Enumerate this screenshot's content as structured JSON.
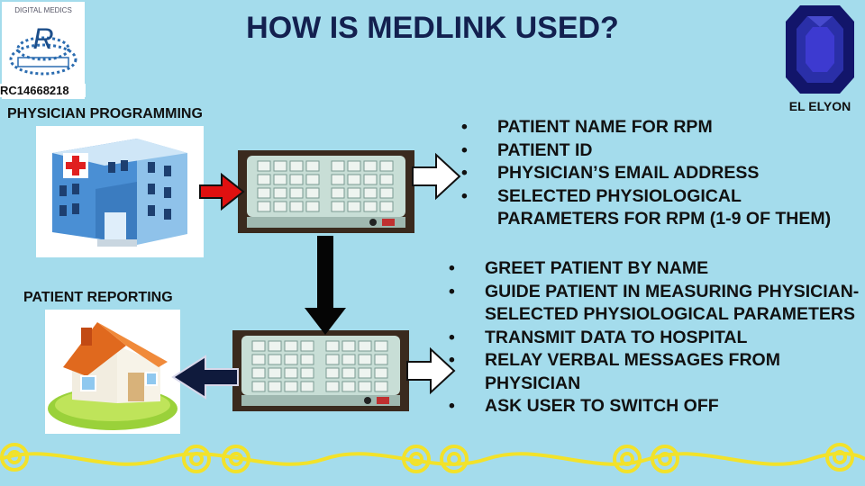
{
  "title": "HOW IS MEDLINK USED?",
  "logo": {
    "top_text": "DIGITAL MEDICS",
    "reg_number": "RC14668218"
  },
  "brand": {
    "label": "EL ELYON"
  },
  "sections": {
    "programming": "PHYSICIAN PROGRAMMING",
    "reporting": "PATIENT REPORTING"
  },
  "programming_items": [
    "PATIENT NAME FOR RPM",
    "PATIENT ID",
    "PHYSICIAN’S EMAIL ADDRESS",
    "SELECTED PHYSIOLOGICAL PARAMETERS FOR RPM (1-9 OF THEM)"
  ],
  "reporting_items": [
    "GREET PATIENT BY NAME",
    "GUIDE PATIENT IN MEASURING PHYSICIAN-SELECTED PHYSIOLOGICAL PARAMETERS",
    "TRANSMIT DATA TO HOSPITAL",
    "RELAY VERBAL MESSAGES FROM PHYSICIAN",
    "ASK USER TO SWITCH OFF"
  ],
  "colors": {
    "background": "#a4dcec",
    "title": "#13204f",
    "arrow_red": "#e01010",
    "arrow_navy": "#0f1a3c",
    "wave": "#f2e22a",
    "gem": "#1a1e7a"
  }
}
